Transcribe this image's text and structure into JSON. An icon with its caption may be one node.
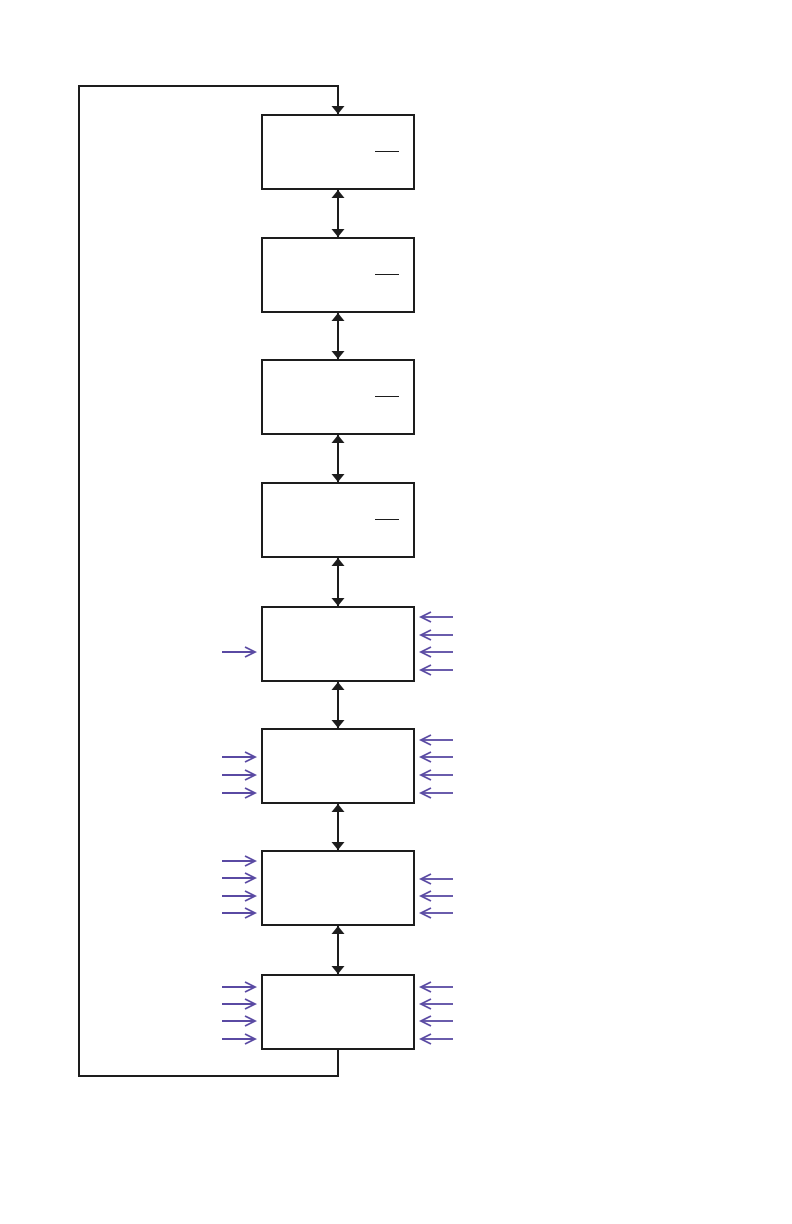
{
  "diagram": {
    "nodes": [
      {
        "text": [],
        "shape": "box"
      },
      {
        "text": [],
        "shape": "box"
      },
      {
        "text": [],
        "shape": "box"
      },
      {
        "text": [],
        "shape": "box"
      },
      {
        "text": [],
        "shape": "box"
      },
      {
        "text": [],
        "shape": "box"
      },
      {
        "text": [],
        "shape": "box"
      },
      {
        "text": [],
        "shape": "box"
      }
    ],
    "edges": [
      {
        "from": 0,
        "to": 1,
        "arrow": "both",
        "color": "#1d1d1d"
      },
      {
        "from": 1,
        "to": 2,
        "arrow": "both",
        "color": "#1d1d1d"
      },
      {
        "from": 2,
        "to": 3,
        "arrow": "both",
        "color": "#1d1d1d"
      },
      {
        "from": 3,
        "to": 4,
        "arrow": "both",
        "color": "#1d1d1d"
      },
      {
        "from": 4,
        "to": 5,
        "arrow": "both",
        "color": "#1d1d1d"
      },
      {
        "from": 5,
        "to": 6,
        "arrow": "both",
        "color": "#1d1d1d"
      },
      {
        "from": 6,
        "to": 7,
        "arrow": "both",
        "color": "#1d1d1d"
      },
      {
        "from": 7,
        "to": 0,
        "arrow": "to",
        "color": "#1d1d1d"
      },
      {
        "from": null,
        "to": 4,
        "arrow": "to"
      },
      {
        "from": null,
        "to": 4,
        "arrow": "to"
      },
      {
        "from": null,
        "to": 4,
        "arrow": "to"
      },
      {
        "from": null,
        "to": 4,
        "arrow": "to"
      },
      {
        "from": null,
        "to": 4,
        "arrow": "to"
      },
      {
        "from": null,
        "to": 5,
        "arrow": "to"
      },
      {
        "from": null,
        "to": 5,
        "arrow": "to"
      },
      {
        "from": null,
        "to": 5,
        "arrow": "to"
      },
      {
        "from": null,
        "to": 5,
        "arrow": "to"
      },
      {
        "from": null,
        "to": 5,
        "arrow": "to"
      },
      {
        "from": null,
        "to": 5,
        "arrow": "to"
      },
      {
        "from": null,
        "to": 5,
        "arrow": "to"
      },
      {
        "from": null,
        "to": 6,
        "arrow": "to"
      },
      {
        "from": null,
        "to": 6,
        "arrow": "to"
      },
      {
        "from": null,
        "to": 6,
        "arrow": "to"
      },
      {
        "from": null,
        "to": 6,
        "arrow": "to"
      },
      {
        "from": null,
        "to": 6,
        "arrow": "to"
      },
      {
        "from": null,
        "to": 6,
        "arrow": "to"
      },
      {
        "from": null,
        "to": 6,
        "arrow": "to"
      },
      {
        "from": null,
        "to": 7,
        "arrow": "to"
      },
      {
        "from": null,
        "to": 7,
        "arrow": "to"
      },
      {
        "from": null,
        "to": 7,
        "arrow": "to"
      },
      {
        "from": null,
        "to": 7,
        "arrow": "to"
      },
      {
        "from": null,
        "to": 7,
        "arrow": "to"
      },
      {
        "from": null,
        "to": 7,
        "arrow": "to"
      },
      {
        "from": null,
        "to": 7,
        "arrow": "to"
      },
      {
        "from": null,
        "to": 7,
        "arrow": "to"
      }
    ]
  }
}
